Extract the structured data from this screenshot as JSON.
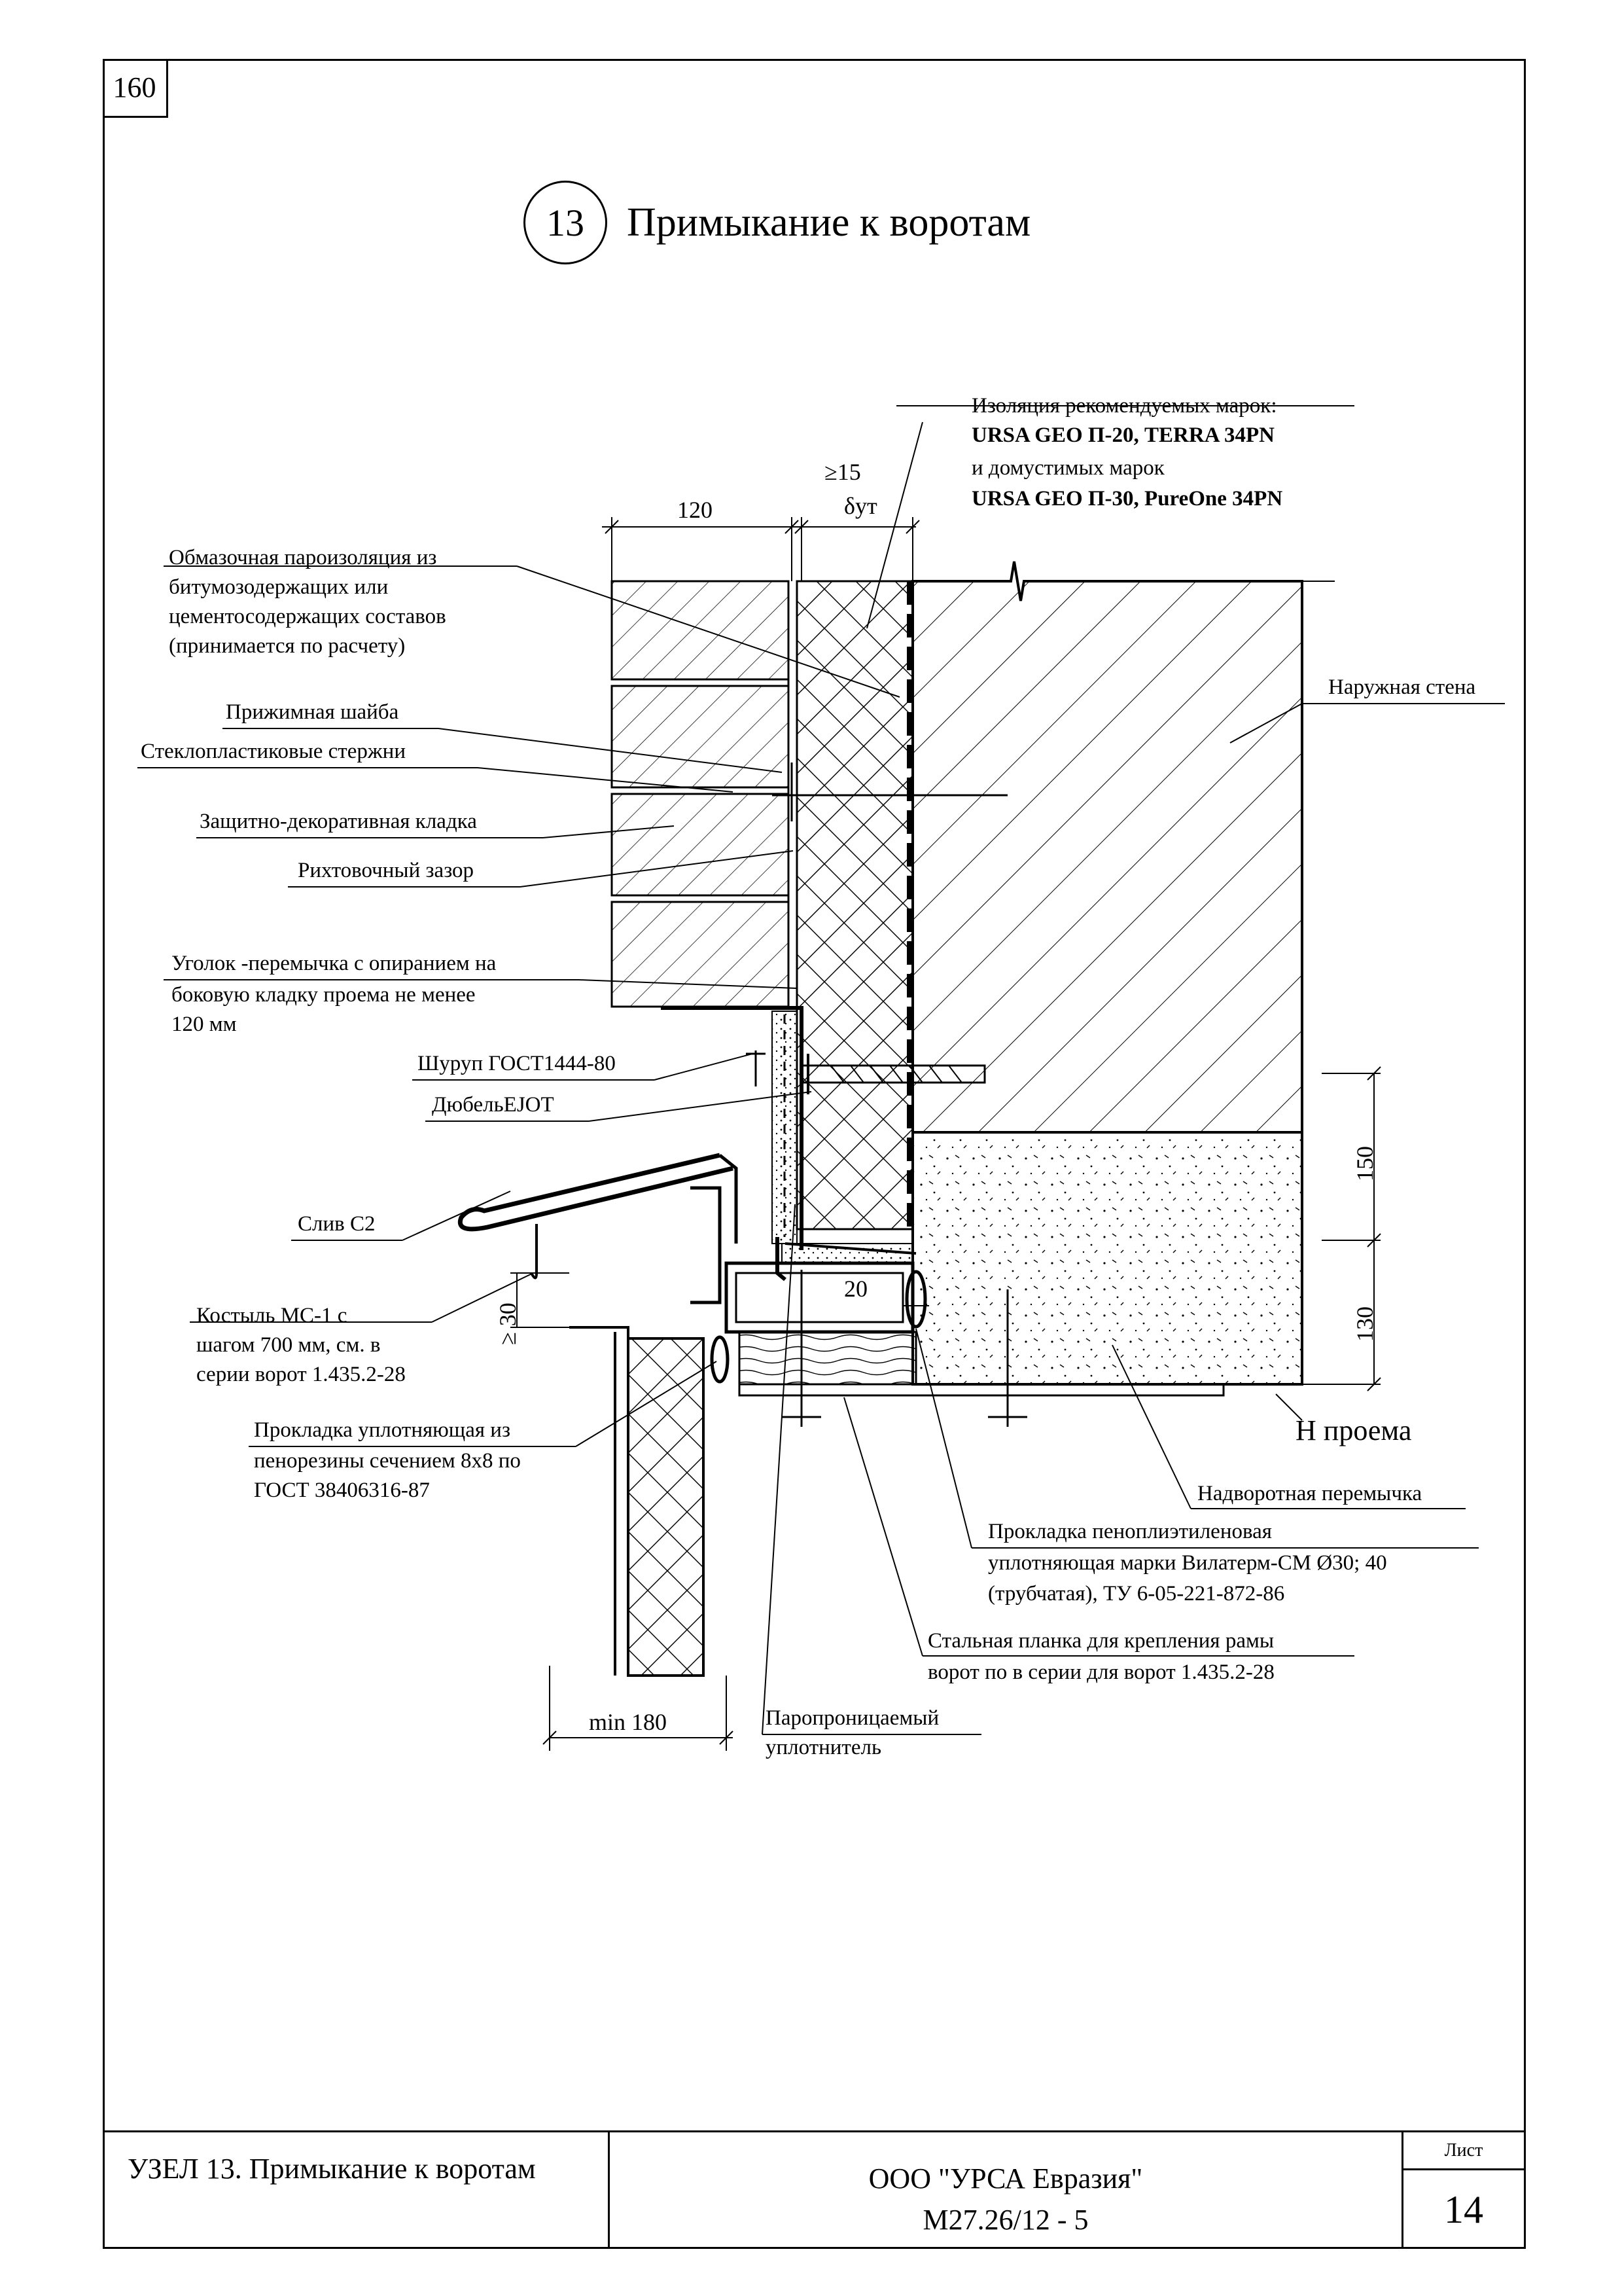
{
  "page_number": "160",
  "title": {
    "number": "13",
    "text": "Примыкание к воротам"
  },
  "insulation_note": {
    "line1": "Изоляция рекомендуемых марок:",
    "line2": "URSA GEO П-20, TERRA 34PN",
    "line3": "и домустимых марок",
    "line4": "URSA GEO П-30, PureOne 34PN"
  },
  "dimensions": {
    "d120": "120",
    "d15": "≥15",
    "dut": "δут",
    "d150": "150",
    "d130": "130",
    "d20": "20",
    "d30": "≥ 30",
    "dmin180": "min 180",
    "h_opening": "Н проема"
  },
  "labels": {
    "vapor_1": "Обмазочная пароизоляция из",
    "vapor_2": "битумозодержащих или",
    "vapor_3": "цементосодержащих составов",
    "vapor_4": "(принимается по расчету)",
    "washer": "Прижимная шайба",
    "rods": "Стеклопластиковые стержни",
    "masonry": "Защитно-декоративная кладка",
    "gap": "Рихтовочный зазор",
    "angle_1": "Уголок -перемычка с опиранием на",
    "angle_2": "боковую кладку проема не менее",
    "angle_3": "120 мм",
    "screw": "Шуруп ГОСТ1444-80",
    "dowel": "ДюбельEJOT",
    "drip": "Слив С2",
    "crutch_1": "Костыль МС-1 с",
    "crutch_2": "шагом 700 мм, см. в",
    "crutch_3": "серии ворот 1.435.2-28",
    "gasket_1": "Прокладка уплотняющая из",
    "gasket_2": "пенорезины сечением 8х8 по",
    "gasket_3": "ГОСТ 38406316-87",
    "outer_wall": "Наружная стена",
    "lintel": "Надворотная перемычка",
    "pe_gasket_1": "Прокладка пеноплиэтиленовая",
    "pe_gasket_2": "уплотняющая марки Вилатерм-СМ Ø30; 40",
    "pe_gasket_3": "(трубчатая), ТУ 6-05-221-872-86",
    "steel_1": "Стальная планка для крепления рамы",
    "steel_2": "ворот по в серии для ворот 1.435.2-28",
    "seal_1": "Паропроницаемый",
    "seal_2": "уплотнитель"
  },
  "stamp": {
    "node_title": "УЗЕЛ 13. Примыкание к воротам",
    "organization": "ООО \"УРСА Евразия\"",
    "code": "М27.26/12 - 5",
    "sheet_label": "Лист",
    "sheet_number": "14"
  }
}
